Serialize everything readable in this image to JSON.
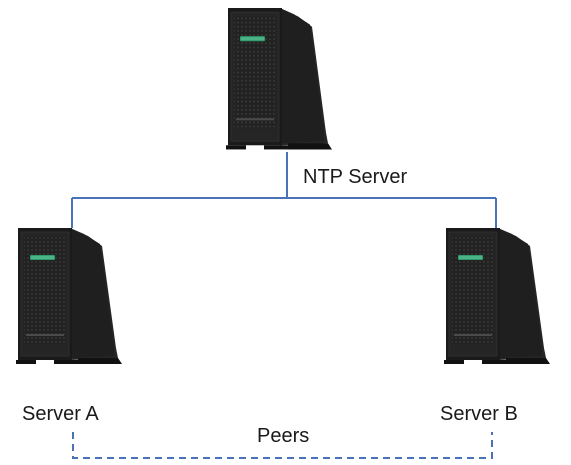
{
  "diagram": {
    "nodes": {
      "ntp": {
        "label": "NTP Server",
        "icon": "tower-server-icon"
      },
      "server_a": {
        "label": "Server A",
        "icon": "tower-server-icon"
      },
      "server_b": {
        "label": "Server B",
        "icon": "tower-server-icon"
      }
    },
    "peer_link": {
      "label": "Peers"
    }
  },
  "colors": {
    "solid_connector": "#4a72b8",
    "dashed_connector": "#4a72b8",
    "server_body": "#1c1c1c",
    "server_side": "#2c2c2c",
    "server_bezel": "#2a2a2a",
    "server_badge": "#2f9a6a",
    "label_text": "#1a1a1a"
  }
}
